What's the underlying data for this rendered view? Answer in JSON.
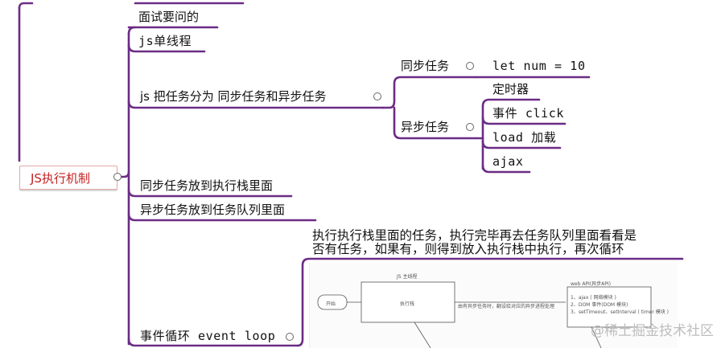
{
  "root": {
    "label": "JS执行机制"
  },
  "branches": [
    {
      "label": "面试要问的"
    },
    {
      "label": "js单线程"
    },
    {
      "label": "js 把任务分为 同步任务和异步任务"
    },
    {
      "label": "同步任务放到执行栈里面"
    },
    {
      "label": "异步任务放到任务队列里面"
    },
    {
      "label": "事件循环 event loop"
    }
  ],
  "sync_node": {
    "label": "同步任务",
    "child": "let num = 10"
  },
  "async_node": {
    "label": "异步任务",
    "children": [
      "定时器",
      "事件 click",
      "load 加载",
      "ajax"
    ]
  },
  "note": {
    "line1": "执行执行栈里面的任务，执行完毕再去任务队列里面看看是",
    "line2": "否有任务，如果有，则得到放入执行栈中执行，再次循环"
  },
  "embedded_figure": {
    "main_title": "JS 主线程",
    "start_label": "开始",
    "stack_label": "执行栈",
    "arrow_label": "由有异步任务时，翻设给对应的异步进程处理",
    "web_api_title": "web API(异步API)",
    "web_api_items": [
      "1、ajax ( 网络模块 )",
      "2、DOM 事件(DOM 模块)",
      "3、setTimeout、setInterval ( timer 模块 )"
    ]
  },
  "watermark": "@稀土掘金技术社区",
  "colors": {
    "wire": "#6b2c86",
    "root_text": "#c52020",
    "root_border": "#e4a6a6"
  }
}
